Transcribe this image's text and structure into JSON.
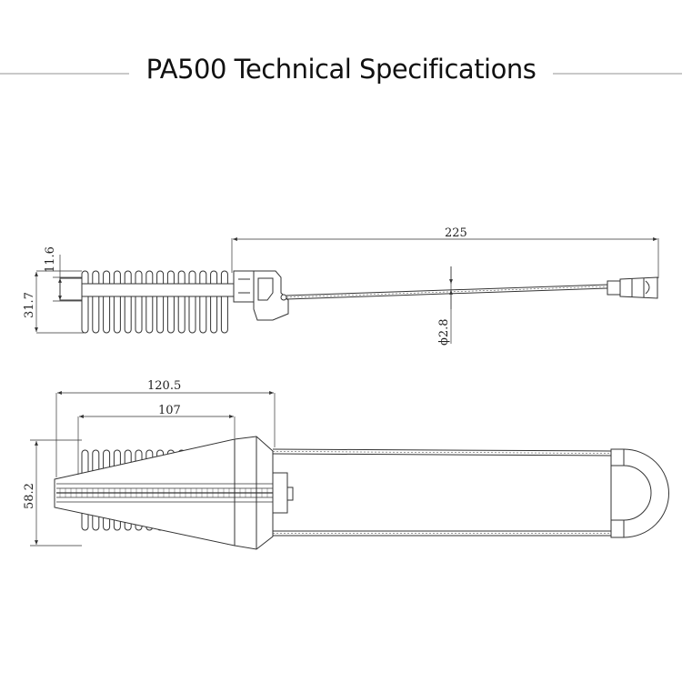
{
  "title": "PA500 Technical Specifications",
  "dimensions": {
    "overall_length": "225",
    "head_height": "11.6",
    "body_height": "31.7",
    "wire_diameter": "ϕ2.8",
    "length_total": "120.5",
    "length_body": "107",
    "width": "58.2"
  },
  "colors": {
    "line": "#333333",
    "rule": "#c9c9c9"
  }
}
